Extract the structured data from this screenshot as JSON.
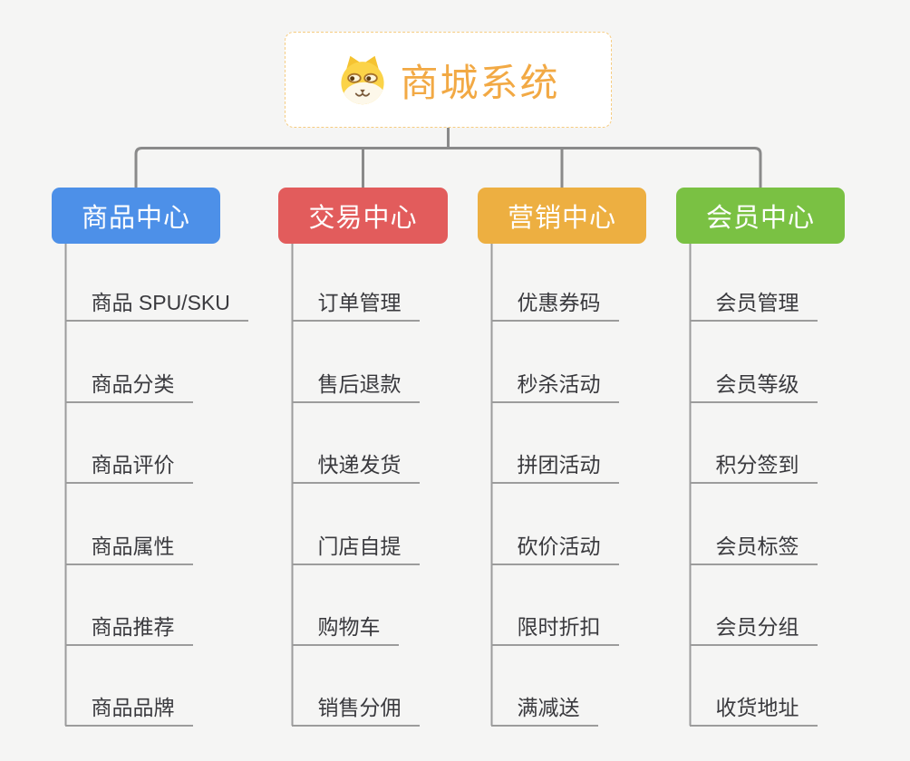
{
  "root": {
    "label": "商城系统",
    "icon": "dog-face-icon"
  },
  "colors": {
    "background": "#f5f5f4",
    "node_bg": "#ffffff",
    "root_accent": "#f2a944",
    "root_border": "#f6cc80",
    "connector": "#8a8a8a",
    "underline": "#9c9c9c",
    "leaf_text": "#3a3a3e",
    "branch_text": "#ffffff"
  },
  "branches": [
    {
      "label": "商品中心",
      "color": "#4d90e8",
      "items": [
        "商品 SPU/SKU",
        "商品分类",
        "商品评价",
        "商品属性",
        "商品推荐",
        "商品品牌"
      ]
    },
    {
      "label": "交易中心",
      "color": "#e25c5c",
      "items": [
        "订单管理",
        "售后退款",
        "快递发货",
        "门店自提",
        "购物车",
        "销售分佣"
      ]
    },
    {
      "label": "营销中心",
      "color": "#edaf41",
      "items": [
        "优惠券码",
        "秒杀活动",
        "拼团活动",
        "砍价活动",
        "限时折扣",
        "满减送"
      ]
    },
    {
      "label": "会员中心",
      "color": "#7ac143",
      "items": [
        "会员管理",
        "会员等级",
        "积分签到",
        "会员标签",
        "会员分组",
        "收货地址"
      ]
    }
  ]
}
